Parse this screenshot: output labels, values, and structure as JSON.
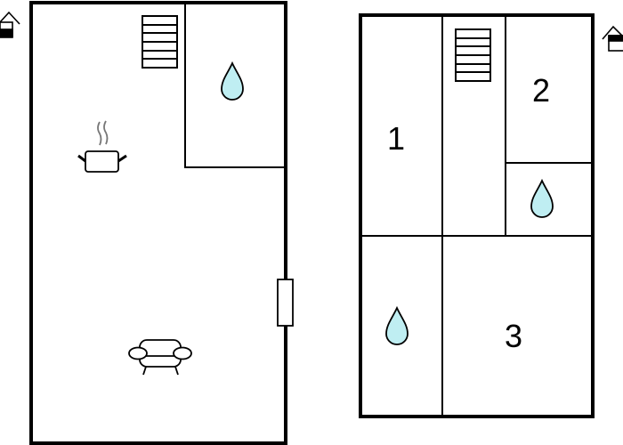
{
  "floors": [
    {
      "name": "ground-floor",
      "indicator": "house-icon-lower",
      "rooms": []
    },
    {
      "name": "upper-floor",
      "indicator": "house-icon-upper",
      "rooms": [
        {
          "label": "1"
        },
        {
          "label": "2"
        },
        {
          "label": "3"
        }
      ]
    }
  ],
  "colors": {
    "water": "#bfeef2",
    "wall": "#000000"
  }
}
